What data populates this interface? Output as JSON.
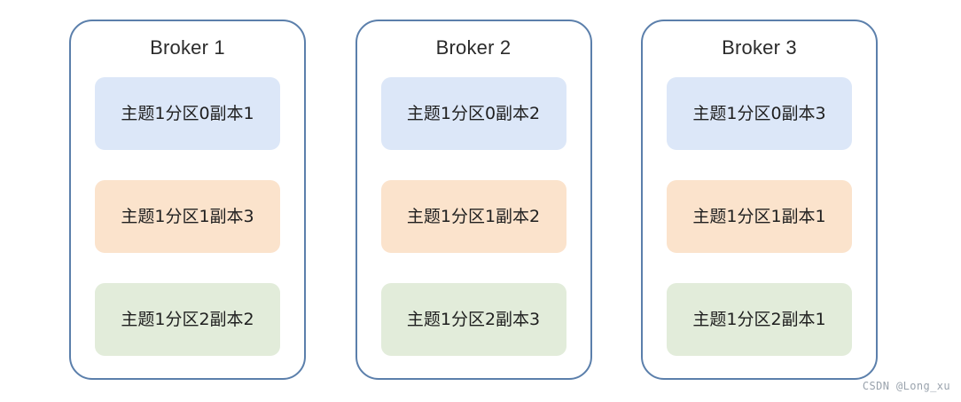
{
  "diagram": {
    "type": "kafka-partition-replica-distribution",
    "colors": {
      "card_border": "#5b7fab",
      "card_background": "#ffffff",
      "replica_blue": "#dce7f8",
      "replica_orange": "#fbe3cc",
      "replica_green": "#e2ecda",
      "title_text": "#2b2b2b",
      "label_text": "#1f1f1f",
      "watermark_text": "#9aa3ad",
      "page_background": "#ffffff"
    },
    "brokers": [
      {
        "title": "Broker 1",
        "partitions": [
          {
            "label": "主题1分区0副本1",
            "color_key": "replica-blue"
          },
          {
            "label": "主题1分区1副本3",
            "color_key": "replica-orange"
          },
          {
            "label": "主题1分区2副本2",
            "color_key": "replica-green"
          }
        ]
      },
      {
        "title": "Broker 2",
        "partitions": [
          {
            "label": "主题1分区0副本2",
            "color_key": "replica-blue"
          },
          {
            "label": "主题1分区1副本2",
            "color_key": "replica-orange"
          },
          {
            "label": "主题1分区2副本3",
            "color_key": "replica-green"
          }
        ]
      },
      {
        "title": "Broker 3",
        "partitions": [
          {
            "label": "主题1分区0副本3",
            "color_key": "replica-blue"
          },
          {
            "label": "主题1分区1副本1",
            "color_key": "replica-orange"
          },
          {
            "label": "主题1分区2副本1",
            "color_key": "replica-green"
          }
        ]
      }
    ]
  },
  "watermark": {
    "text": "CSDN @Long_xu"
  }
}
